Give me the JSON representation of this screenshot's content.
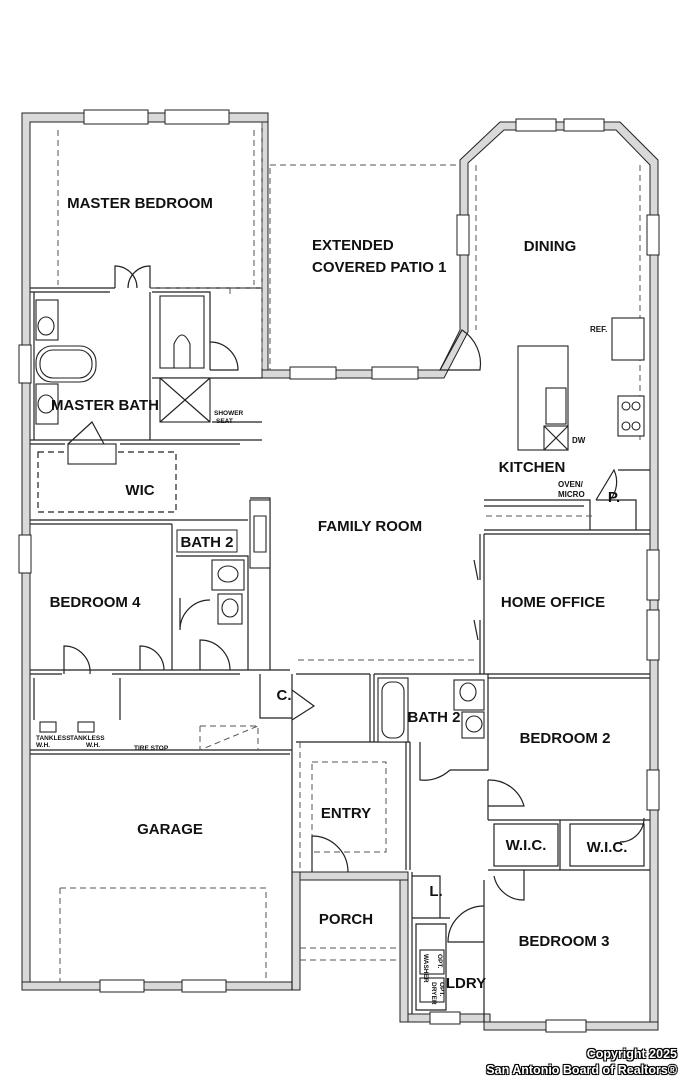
{
  "rooms": {
    "master_bedroom": "MASTER BEDROOM",
    "patio_line1": "EXTENDED",
    "patio_line2": "COVERED PATIO 1",
    "dining": "DINING",
    "ref": "REF.",
    "master_bath": "MASTER BATH",
    "shower_seat_1": "SHOWER",
    "shower_seat_2": "SEAT",
    "dw": "DW",
    "kitchen": "KITCHEN",
    "oven_1": "OVEN/",
    "oven_2": "MICRO",
    "pantry": "P.",
    "wic": "WIC",
    "family_room": "FAMILY ROOM",
    "bath2_top": "BATH 2",
    "bedroom4": "BEDROOM 4",
    "home_office": "HOME OFFICE",
    "closet_c": "C.",
    "bath2_mid": "BATH 2",
    "tankless_1": "TANKLESS",
    "tankless_2": "TANKLESS",
    "wh_1": "W.H.",
    "wh_2": "W.H.",
    "tire_stop": "TIRE STOP",
    "bedroom2": "BEDROOM 2",
    "entry": "ENTRY",
    "garage": "GARAGE",
    "wic_a": "W.I.C.",
    "wic_b": "W.I.C.",
    "linen": "L.",
    "porch": "PORCH",
    "bedroom3": "BEDROOM 3",
    "opt_washer": "WASHER",
    "opt_dryer": "DRYER",
    "opt_1": "OPT.",
    "opt_2": "OPT.",
    "ldry": "LDRY"
  },
  "copyright": {
    "line1": "Copyright 2025",
    "line2": "San Antonio Board of Realtors®"
  }
}
